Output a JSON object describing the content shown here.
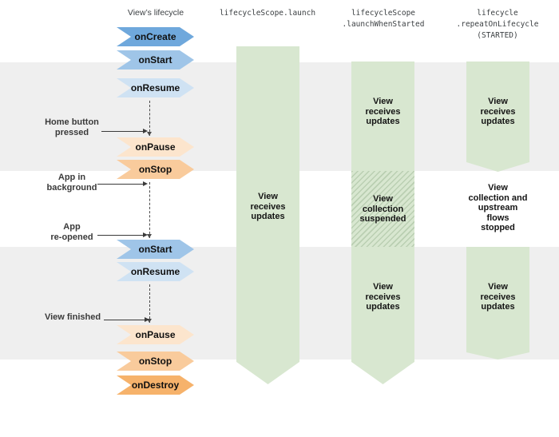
{
  "palette": {
    "green_band": "#d8e7d0",
    "gray_stripe": "#efefef",
    "on_create_blue": "#6fa8dc",
    "on_start_blue": "#9fc5e8",
    "on_resume_blue": "#cfe2f3",
    "on_pause_orange": "#fce5cd",
    "on_stop_orange": "#f9cb9c",
    "on_destroy_orange": "#f6b26b"
  },
  "lifecycle": {
    "title": "View’s lifecycle",
    "steps": [
      {
        "label": "onCreate"
      },
      {
        "label": "onStart"
      },
      {
        "label": "onResume"
      },
      {
        "label": "onPause"
      },
      {
        "label": "onStop"
      },
      {
        "label": "onStart"
      },
      {
        "label": "onResume"
      },
      {
        "label": "onPause"
      },
      {
        "label": "onStop"
      },
      {
        "label": "onDestroy"
      }
    ],
    "annotations": [
      {
        "label": "Home button\npressed"
      },
      {
        "label": "App in\nbackground"
      },
      {
        "label": "App\nre-opened"
      },
      {
        "label": "View finished"
      }
    ]
  },
  "columns": [
    {
      "header": "lifecycleScope.launch",
      "labels": [
        "View\nreceives\nupdates"
      ]
    },
    {
      "header": "lifecycleScope\n.launchWhenStarted",
      "labels": [
        "View\nreceives\nupdates",
        "View\ncollection\nsuspended",
        "View\nreceives\nupdates"
      ]
    },
    {
      "header": "lifecycle\n.repeatOnLifecycle\n(STARTED)",
      "labels": [
        "View\nreceives\nupdates",
        "View\ncollection and\nupstream\nflows\nstopped",
        "View\nreceives\nupdates"
      ]
    }
  ]
}
